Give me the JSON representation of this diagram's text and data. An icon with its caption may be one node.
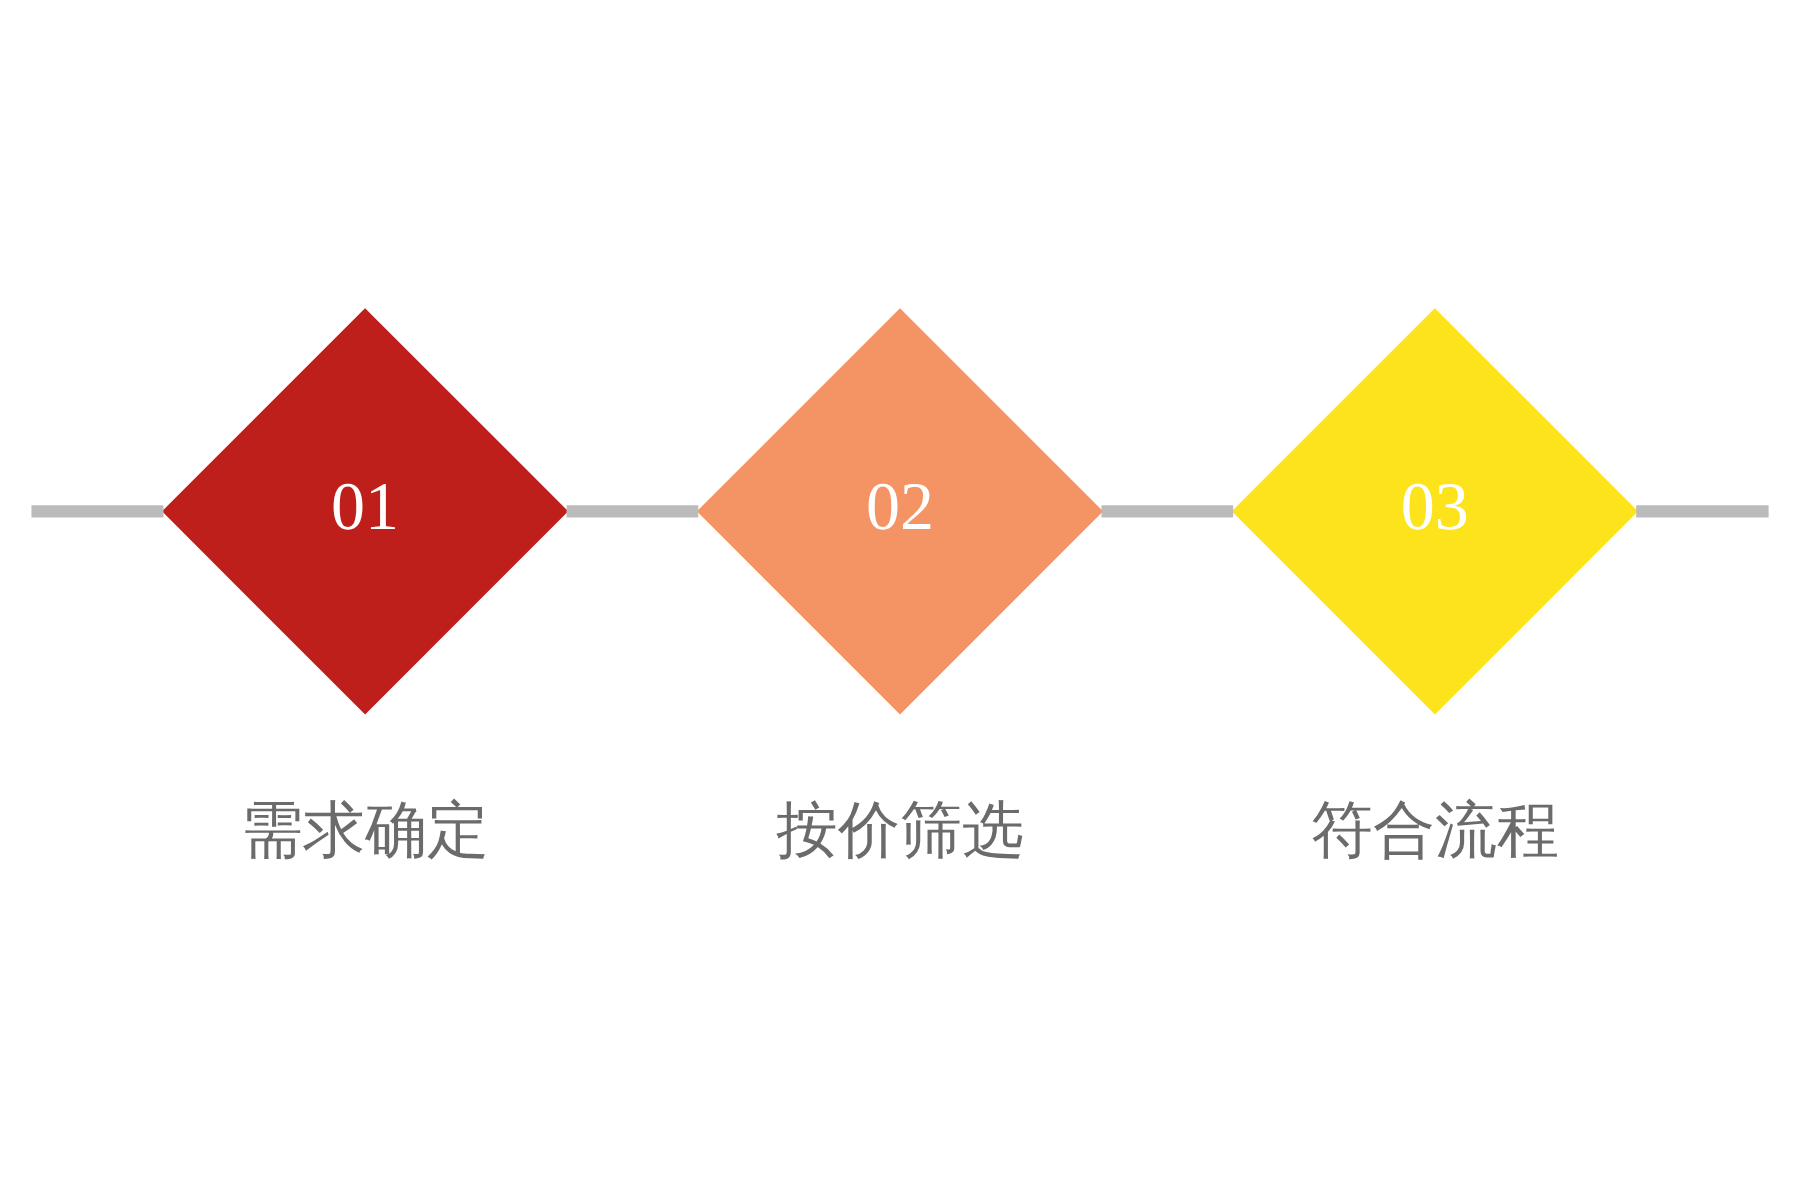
{
  "diagram": {
    "nodes": [
      {
        "text": [
          "01"
        ],
        "beside": [
          "需求确定"
        ]
      },
      {
        "text": [
          "02"
        ],
        "beside": [
          "按价筛选"
        ]
      },
      {
        "text": [
          "03"
        ],
        "beside": [
          "符合流程"
        ]
      }
    ],
    "edges": [
      {
        "from": null,
        "to": 0,
        "arrow": "none"
      },
      {
        "from": 0,
        "to": 1,
        "arrow": "none"
      },
      {
        "from": 1,
        "to": 2,
        "arrow": "none"
      },
      {
        "from": 2,
        "to": null,
        "arrow": "none"
      }
    ]
  }
}
